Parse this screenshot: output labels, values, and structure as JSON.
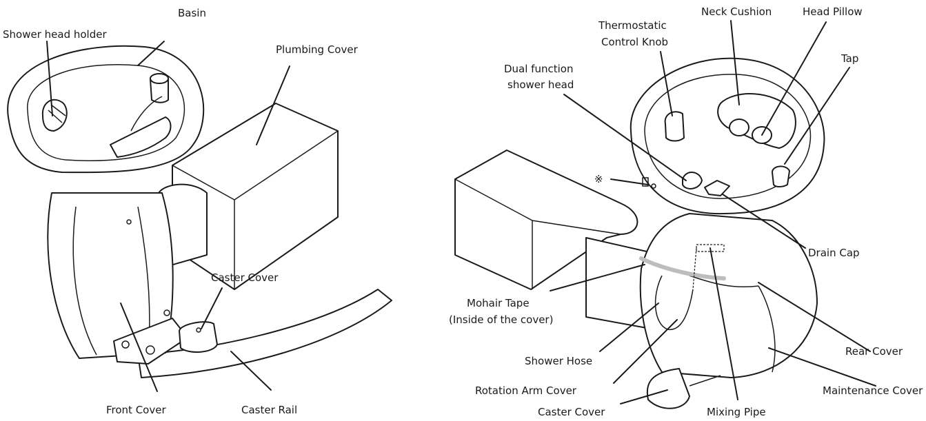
{
  "left_figure": {
    "labels": {
      "shower_head_holder": "Shower head holder",
      "basin": "Basin",
      "plumbing_cover": "Plumbing Cover",
      "caster_cover": "Caster Cover",
      "front_cover": "Front Cover",
      "caster_rail": "Caster Rail"
    }
  },
  "right_figure": {
    "labels": {
      "thermostatic_1": "Thermostatic",
      "thermostatic_2": "Control Knob",
      "neck_cushion": "Neck Cushion",
      "head_pillow": "Head Pillow",
      "tap": "Tap",
      "dual_function_1": "Dual function",
      "dual_function_2": "shower head",
      "note_mark": "※",
      "drain_cap": "Drain Cap",
      "mohair_tape_1": "Mohair Tape",
      "mohair_tape_2": "(Inside of the cover)",
      "shower_hose": "Shower Hose",
      "rear_cover": "Rear Cover",
      "rotation_arm_cover": "Rotation Arm Cover",
      "maintenance_cover": "Maintenance Cover",
      "caster_cover": "Caster Cover",
      "mixing_pipe": "Mixing Pipe"
    }
  }
}
